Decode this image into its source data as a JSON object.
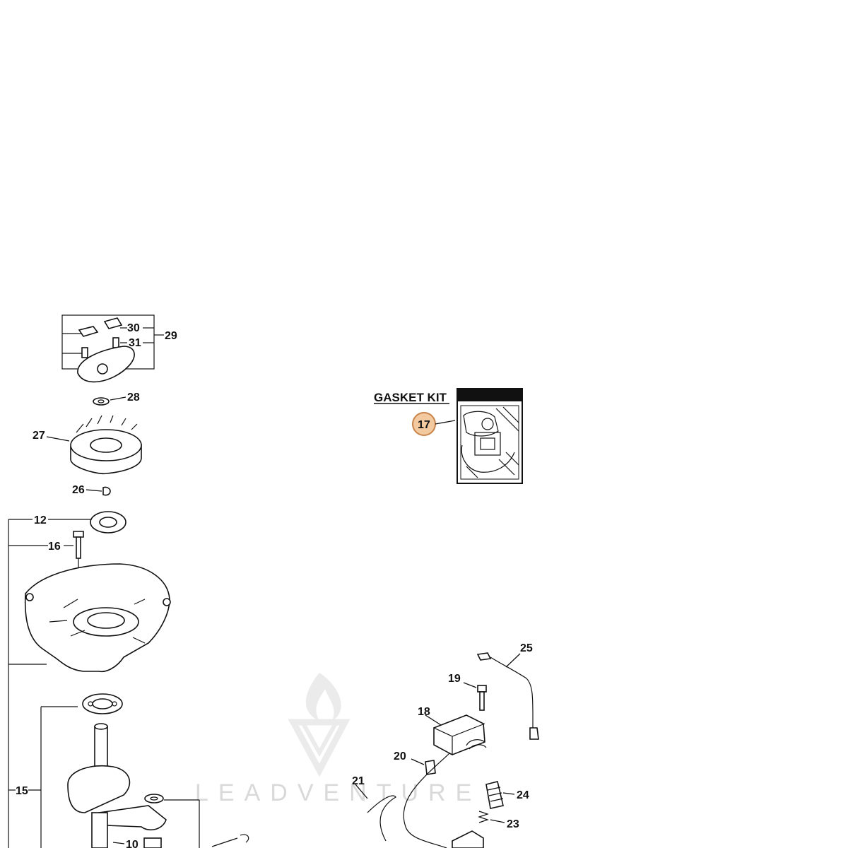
{
  "gasket_kit": {
    "title": "GASKET KIT",
    "part_number": "17",
    "highlight_color": "#f3c9a0",
    "highlight_stroke": "#c8844a"
  },
  "callouts": {
    "c30": "30",
    "c31": "31",
    "c29": "29",
    "c28": "28",
    "c27": "27",
    "c26": "26",
    "c12": "12",
    "c16": "16",
    "c15": "15",
    "c10": "10",
    "c25": "25",
    "c19": "19",
    "c18": "18",
    "c20": "20",
    "c21": "21",
    "c24": "24",
    "c23": "23"
  },
  "watermark": {
    "brand": "LEADVENTURE",
    "color": "#d9d9d9"
  }
}
